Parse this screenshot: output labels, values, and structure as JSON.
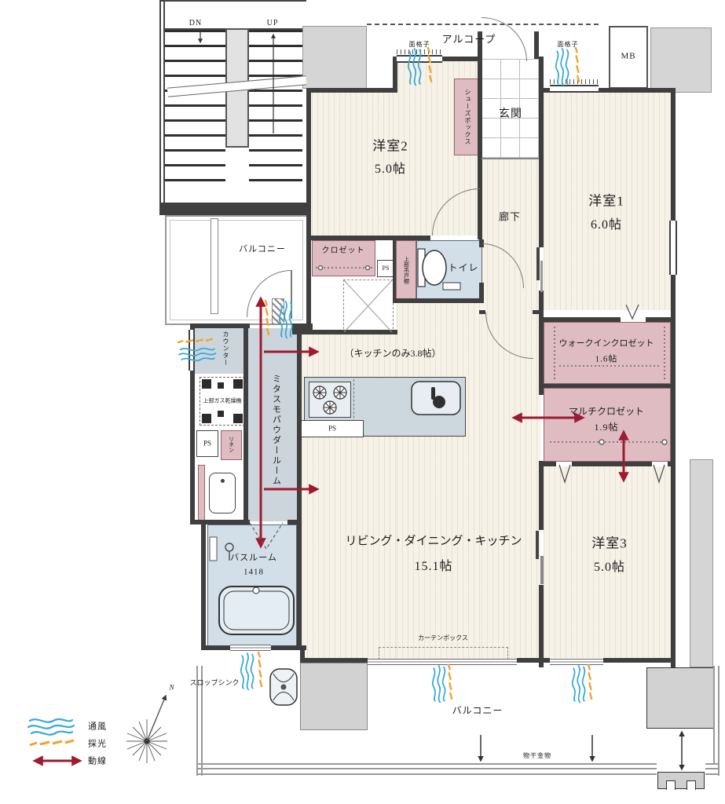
{
  "legend": {
    "ventilation": "通風",
    "daylight": "採光",
    "flow": "動線",
    "north": "N"
  },
  "stairs": {
    "down": "DN",
    "up": "UP"
  },
  "common": {
    "alcove": "アルコープ",
    "meter_box": "MB",
    "grille_left": "面格子",
    "grille_right": "面格子",
    "balcony_west": "バルコニー",
    "balcony_south": "バルコニー",
    "slop_sink": "スロップシンク",
    "drying_hardware": "物干金物"
  },
  "rooms": {
    "bedroom2_name": "洋室2",
    "bedroom2_size": "5.0帖",
    "bedroom1_name": "洋室1",
    "bedroom1_size": "6.0帖",
    "bedroom3_name": "洋室3",
    "bedroom3_size": "5.0帖",
    "ldk_name": "リビング・ダイニング・キッチン",
    "ldk_size": "15.1帖",
    "kitchen_note": "（キッチンのみ3.8帖）",
    "entrance": "玄関",
    "hall": "廊下",
    "toilet": "トイレ",
    "closet": "クロゼット",
    "shoe_box": "シューズボックス",
    "upper_cabinet": "上部吊戸棚",
    "wic_name": "ウォークインクロゼット",
    "wic_size": "1.6帖",
    "multi_name": "マルチクロゼット",
    "multi_size": "1.9帖",
    "powder_room": "ミタスモパウダールーム",
    "counter": "カウンター",
    "gas_dryer": "上部ガス乾燥機",
    "linen": "リネン",
    "ps": "PS",
    "bathroom_name": "バスルーム",
    "bathroom_size": "1418",
    "curtain_box": "カーテンボックス"
  },
  "colors": {
    "flow_red": "#9e1b2e",
    "ventilation_blue": "#36a9da",
    "daylight_orange": "#f2a32f",
    "closet_pink": "#debcc2",
    "wet_blue": "#d3dfe8",
    "powder_gray": "#ccd5dc",
    "common_gray": "#d5d5d5"
  }
}
